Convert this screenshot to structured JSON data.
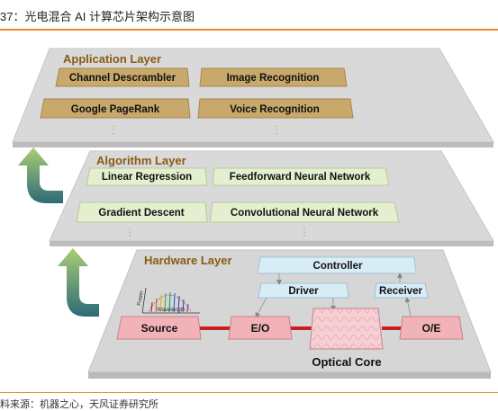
{
  "caption": "37：光电混合 AI 计算芯片架构示意图",
  "source": "料来源：机器之心，天风证券研究所",
  "colors": {
    "accent": "#e8892b",
    "app_box": "#c9a86b",
    "algo_box": "#e4efcf",
    "hw_box": "#d8ecf6",
    "source_box": "#f2b3b8",
    "layer_title": "#8a5a12",
    "fiber": "#c81e1e",
    "arrow_teal": "#2d6a78",
    "arrow_green": "#9cc26a"
  },
  "layers": {
    "application": {
      "title": "Application Layer",
      "items": [
        "Channel Descrambler",
        "Image Recognition",
        "Google PageRank",
        "Voice Recognition"
      ]
    },
    "algorithm": {
      "title": "Algorithm Layer",
      "items": [
        "Linear Regression",
        "Feedforward Neural Network",
        "Gradient Descent",
        "Convolutional Neural Network"
      ]
    },
    "hardware": {
      "title": "Hardware Layer",
      "controller": "Controller",
      "driver": "Driver",
      "receiver": "Receiver",
      "source": "Source",
      "eo": "E/O",
      "oe": "O/E",
      "optical_core": "Optical Core",
      "spectrum_x": "Wavelength",
      "spectrum_y": "Power"
    }
  }
}
